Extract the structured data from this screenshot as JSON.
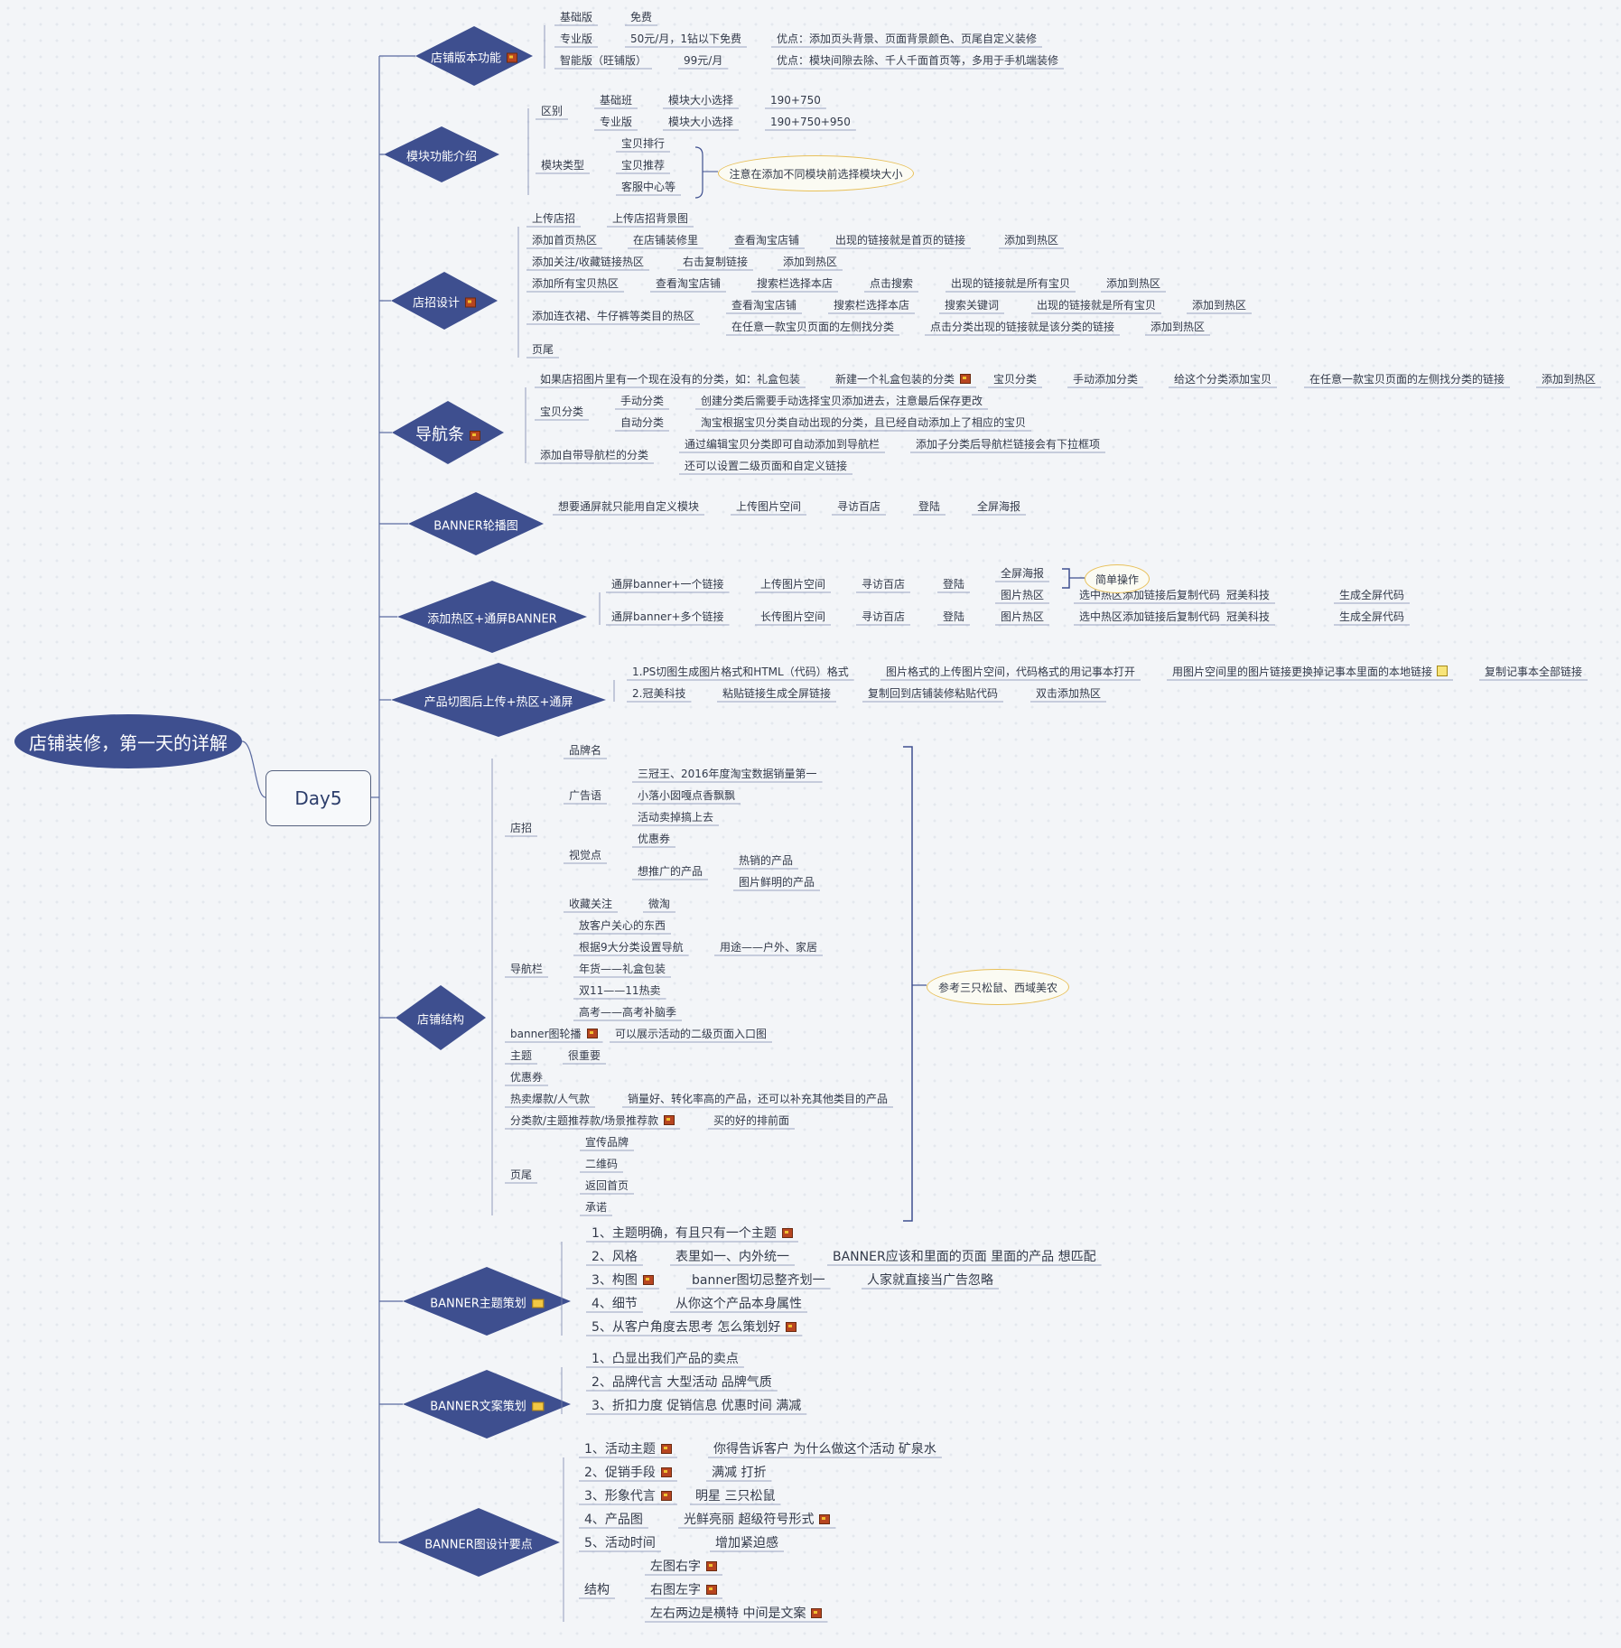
{
  "title": "店铺装修，第一天的详解",
  "day": "Day5",
  "branches": [
    {
      "id": "shop-version",
      "label": "店铺版本功能",
      "icon": "image-icon"
    },
    {
      "id": "module",
      "label": "模块功能介绍"
    },
    {
      "id": "signboard",
      "label": "店招设计",
      "icon": "image-icon"
    },
    {
      "id": "navbar",
      "label": "导航条",
      "icon": "image-icon"
    },
    {
      "id": "banner-carousel",
      "label": "BANNER轮播图"
    },
    {
      "id": "hotspot",
      "label": "添加热区+通屏BANNER"
    },
    {
      "id": "slicing",
      "label": "产品切图后上传+热区+通屏"
    },
    {
      "id": "structure",
      "label": "店铺结构"
    },
    {
      "id": "theme-plan",
      "label": "BANNER主题策划",
      "icon": "folder-icon"
    },
    {
      "id": "copy-plan",
      "label": "BANNER文案策划",
      "icon": "folder-icon"
    },
    {
      "id": "design-points",
      "label": "BANNER图设计要点"
    }
  ],
  "nodes": [
    "基础版",
    "免费",
    "专业版",
    "50元/月，1钻以下免费",
    "优点：添加页头背景、页面背景颜色、页尾自定义装修",
    "智能版（旺铺版）",
    "99元/月",
    "优点：模块间隙去除、千人千面首页等，多用于手机端装修",
    "区别",
    "基础班",
    "模块大小选择",
    "190+750",
    "专业版",
    "模块大小选择",
    "190+750+950",
    "模块类型",
    "宝贝排行",
    "宝贝推荐",
    "客服中心等",
    "上传店招",
    "上传店招背景图",
    "添加首页热区",
    "在店铺装修里",
    "查看淘宝店铺",
    "出现的链接就是首页的链接",
    "添加到热区",
    "添加关注/收藏链接热区",
    "右击复制链接",
    "添加到热区",
    "添加所有宝贝热区",
    "查看淘宝店铺",
    "搜索栏选择本店",
    "点击搜索",
    "出现的链接就是所有宝贝",
    "添加到热区",
    "添加连衣裙、牛仔裤等类目的热区",
    "查看淘宝店铺",
    "搜索栏选择本店",
    "搜索关键词",
    "出现的链接就是所有宝贝",
    "添加到热区",
    "在任意一款宝贝页面的左侧找分类",
    "点击分类出现的链接就是该分类的链接",
    "添加到热区",
    "页尾",
    "如果店招图片里有一个现在没有的分类，如：礼盒包装",
    "新建一个礼盒包装的分类",
    "宝贝分类",
    "手动添加分类",
    "给这个分类添加宝贝",
    "在任意一款宝贝页面的左侧找分类的链接",
    "添加到热区",
    "宝贝分类",
    "手动分类",
    "创建分类后需要手动选择宝贝添加进去，注意最后保存更改",
    "自动分类",
    "淘宝根据宝贝分类自动出现的分类，且已经自动添加上了相应的宝贝",
    "添加自带导航栏的分类",
    "通过编辑宝贝分类即可自动添加到导航栏",
    "添加子分类后导航栏链接会有下拉框项",
    "还可以设置二级页面和自定义链接",
    "想要通屏就只能用自定义模块",
    "上传图片空间",
    "寻访百店",
    "登陆",
    "全屏海报",
    "通屏banner+一个链接",
    "上传图片空间",
    "寻访百店",
    "登陆",
    "全屏海报",
    "图片热区",
    "选中热区添加链接后复制代码",
    "冠美科技",
    "生成全屏代码",
    "通屏banner+多个链接",
    "长传图片空间",
    "寻访百店",
    "登陆",
    "图片热区",
    "选中热区添加链接后复制代码",
    "冠美科技",
    "生成全屏代码",
    "1.PS切图生成图片格式和HTML（代码）格式",
    "图片格式的上传图片空间，代码格式的用记事本打开",
    "用图片空间里的图片链接更换掉记事本里面的本地链接",
    "复制记事本全部链接",
    "2.冠美科技",
    "粘贴链接生成全屏链接",
    "复制回到店铺装修粘贴代码",
    "双击添加热区",
    "店招",
    "品牌名",
    "广告语",
    "三冠王、2016年度淘宝数据销量第一",
    "小落小囡嘎点香飘飘",
    "活动卖掉搞上去",
    "视觉点",
    "优惠券",
    "想推广的产品",
    "热销的产品",
    "图片鲜明的产品",
    "收藏关注",
    "微淘",
    "导航栏",
    "放客户关心的东西",
    "根据9大分类设置导航",
    "用途——户外、家居",
    "年货——礼盒包装",
    "双11——11热卖",
    "高考——高考补脑季",
    "banner图轮播",
    "可以展示活动的二级页面入口图",
    "主题",
    "很重要",
    "优惠券",
    "热卖爆款/人气款",
    "销量好、转化率高的产品，还可以补充其他类目的产品",
    "分类款/主题推荐款/场景推荐款",
    "买的好的排前面",
    "页尾",
    "宣传品牌",
    "二维码",
    "返回首页",
    "承诺",
    "1、主题明确，有且只有一个主题",
    "2、风格",
    "表里如一、内外统一",
    "BANNER应该和里面的页面 里面的产品  想匹配",
    "3、构图",
    "banner图切忌整齐划一",
    "人家就直接当广告忽略",
    "4、细节",
    "从你这个产品本身属性",
    "5、从客户角度去思考  怎么策划好",
    "1、凸显出我们产品的卖点",
    "2、品牌代言 大型活动 品牌气质",
    "3、折扣力度 促销信息 优惠时间 满减",
    "1、活动主题",
    "你得告诉客户 为什么做这个活动  矿泉水",
    "2、促销手段",
    "满减 打折",
    "3、形象代言",
    "明星 三只松鼠",
    "4、产品图",
    "光鲜亮丽 超级符号形式",
    "5、活动时间",
    "增加紧迫感",
    "结构",
    "左图右字",
    "右图左字",
    "左右两边是横特 中间是文案"
  ],
  "callouts": {
    "module_note": "注意在添加不同模块前选择模块大小",
    "simple": "简单操作",
    "reference": "参考三只松鼠、西域美农"
  },
  "colors": {
    "diamond": "#3e4f8f",
    "line": "#5a6aa0",
    "accent": "#e8c05a"
  }
}
